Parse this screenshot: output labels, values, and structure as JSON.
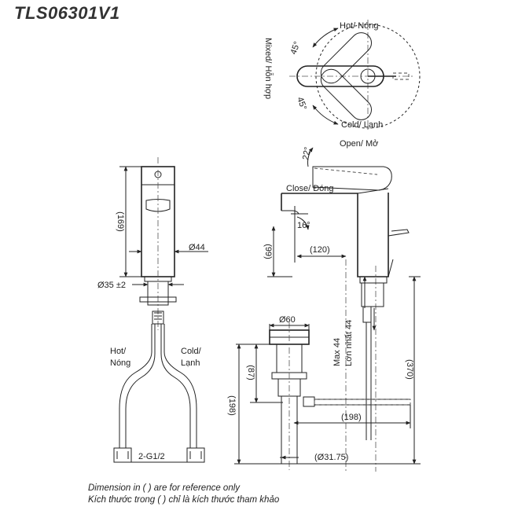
{
  "title": "TLS06301V1",
  "labels": {
    "hot_top": "Hot/ Nóng",
    "cold_top": "Cold/ Lạnh",
    "mixed": "Mixed/ Hỗn hợp",
    "angle_45a": "45°",
    "angle_45b": "45°",
    "open": "Open/ Mở",
    "angle_22": "22°",
    "close": "Close/ Đóng",
    "angle_16": "16°",
    "dim_169": "(169)",
    "dim_44": "Ø44",
    "dim_35": "Ø35 ±2",
    "dim_99": "(99)",
    "dim_120": "(120)",
    "dim_60": "Ø60",
    "dim_87": "(87)",
    "dim_max44": "Max 44",
    "dim_lonnhat44": "Lớn nhất 44",
    "dim_370": "(370)",
    "dim_198v": "(198)",
    "dim_198h": "(198)",
    "dim_3175": "(Ø31.75)",
    "hot_hose_1": "Hot/",
    "hot_hose_2": "Nóng",
    "cold_hose_1": "Cold/",
    "cold_hose_2": "Lạnh",
    "thread": "2-G1/2"
  },
  "notes": {
    "line1": "Dimension in ( ) are for reference only",
    "line2": "Kích thước trong ( ) chỉ là kích thước tham khảo"
  }
}
